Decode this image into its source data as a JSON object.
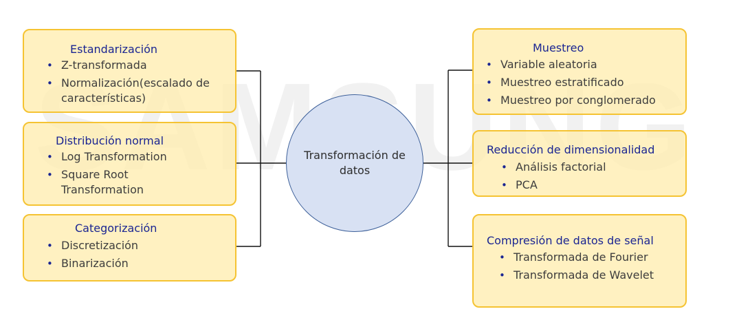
{
  "watermark": "SAMSUNG",
  "center": {
    "label": "Transformación de datos"
  },
  "left_boxes": [
    {
      "title": "Estandarización",
      "items": [
        "Z-transformada",
        "Normalización(escalado de características)"
      ]
    },
    {
      "title": "Distribución normal",
      "items": [
        "Log Transformation",
        "Square Root Transformation"
      ]
    },
    {
      "title": "Categorización",
      "items": [
        "Discretización",
        "Binarización"
      ]
    }
  ],
  "right_boxes": [
    {
      "title": "Muestreo",
      "items": [
        "Variable aleatoria",
        "Muestreo estratificado",
        "Muestreo por conglomerado"
      ]
    },
    {
      "title": "Reducción de dimensionalidad",
      "items": [
        "Análisis factorial",
        "PCA"
      ]
    },
    {
      "title": "Compresión de datos de señal",
      "items": [
        "Transformada de Fourier",
        "Transformada de Wavelet"
      ]
    }
  ],
  "colors": {
    "box_fill": "#ffedaf",
    "box_border": "#f5c332",
    "title_text": "#1a2592",
    "bullet": "#1a2592",
    "item_text": "#3d3d3d",
    "circle_fill": "#d8e1f3",
    "circle_border": "#3c5f99",
    "connector": "#111111"
  }
}
